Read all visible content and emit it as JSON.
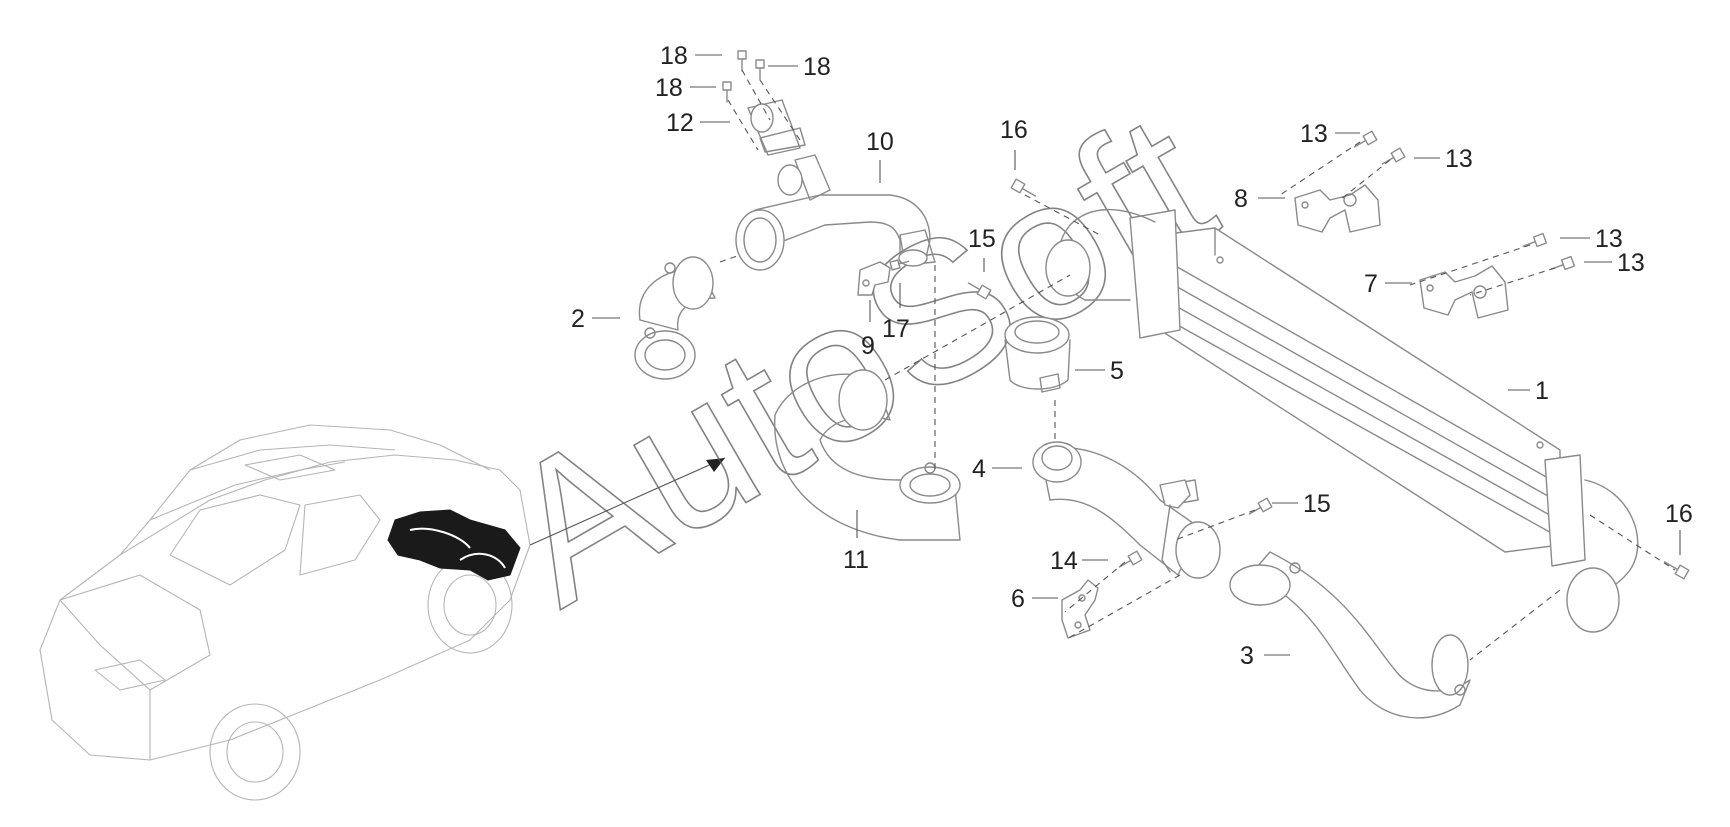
{
  "diagram": {
    "watermark": "AutoSoft",
    "callouts": [
      "1",
      "2",
      "3",
      "4",
      "5",
      "6",
      "7",
      "8",
      "9",
      "10",
      "11",
      "12",
      "13",
      "13",
      "13",
      "13",
      "14",
      "15",
      "15",
      "16",
      "16",
      "17",
      "18",
      "18",
      "18"
    ],
    "icons": {
      "vehicle": "suv-outline-icon",
      "intercooler": "intercooler-core-icon",
      "bolt": "bolt-icon",
      "bracket": "mounting-bracket-icon",
      "hose": "charge-air-hose-icon",
      "clamp": "hose-clamp-icon"
    },
    "colors": {
      "line": "#8a8a8a",
      "text": "#222222",
      "highlight": "#1a1a1a",
      "background": "#ffffff"
    }
  }
}
